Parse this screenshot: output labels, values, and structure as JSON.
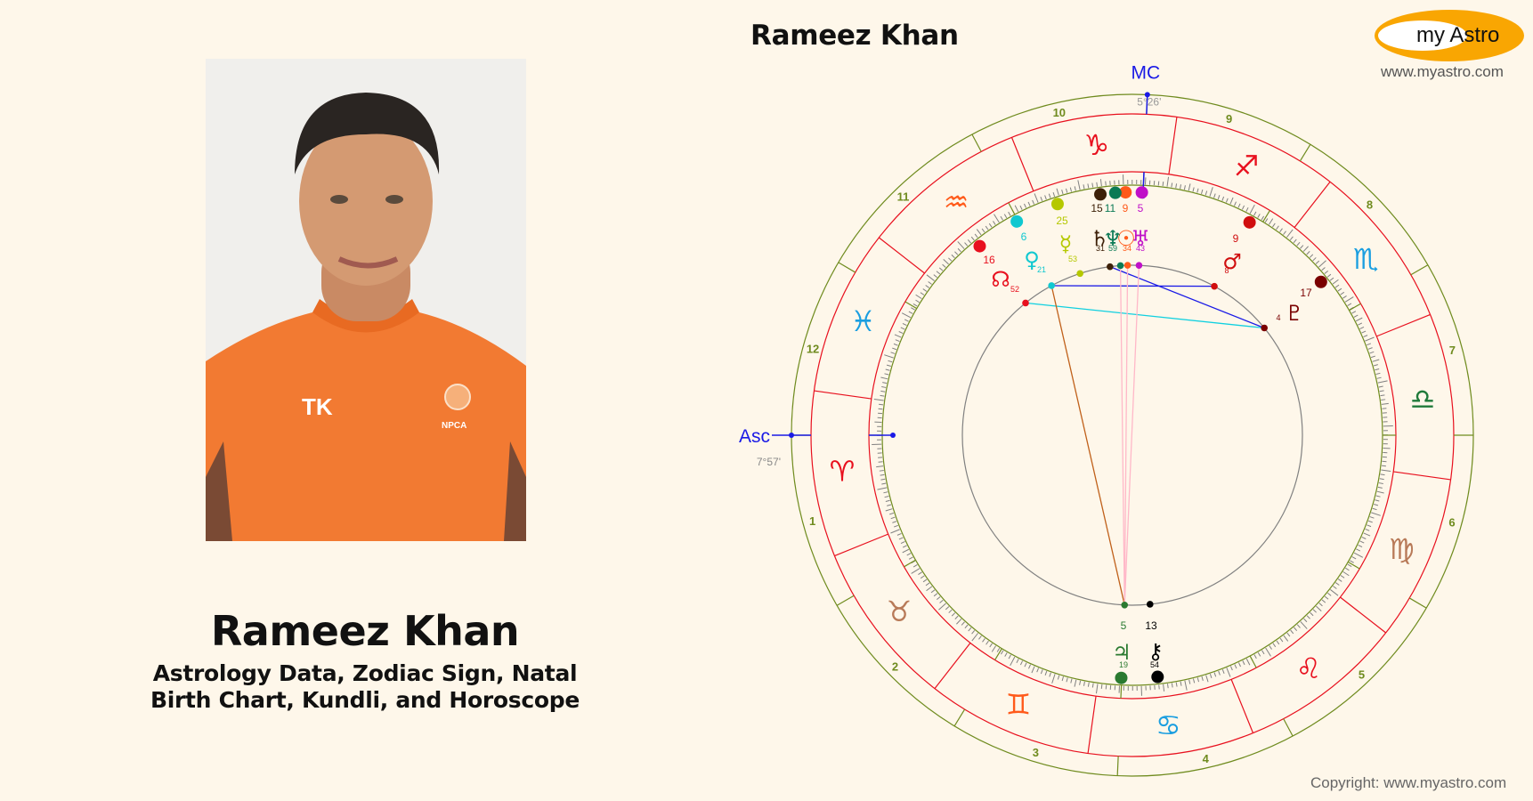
{
  "page": {
    "name": "Rameez Khan",
    "subtitle_line1": "Astrology Data, Zodiac Sign, Natal",
    "subtitle_line2": "Birth Chart, Kundli, and Horoscope",
    "photo_alt": "Rameez Khan in orange NPCA cricket shirt"
  },
  "logo": {
    "text_my": "my",
    "text_astro": "Astro",
    "url": "www.myastro.com",
    "color": "#f9a602"
  },
  "copyright": "Copyright: www.myastro.com",
  "chart_data": {
    "type": "natal-wheel",
    "title": "Rameez Khan",
    "center": [
      1272,
      489
    ],
    "radii": {
      "outer": 383,
      "sign_outer": 361,
      "sign_inner": 296,
      "tick_ring": 281,
      "aspect": 191
    },
    "colors": {
      "house_ring": "#6f8b1e",
      "sign_ring": "#e8101e",
      "ticks": "#808080",
      "aspect_circle": "#808080"
    },
    "angles": [
      {
        "label": "Asc",
        "degree": "7°57'",
        "longitude": 7.95,
        "color": "#1a1ae6"
      },
      {
        "label": "MC",
        "degree": "5°26'",
        "longitude": 275.43,
        "color": "#1a1ae6"
      }
    ],
    "signs": [
      {
        "name": "Aries",
        "glyph": "♈",
        "color": "#e8101e"
      },
      {
        "name": "Taurus",
        "glyph": "♉",
        "color": "#b87a58"
      },
      {
        "name": "Gemini",
        "glyph": "♊",
        "color": "#ff5a1a"
      },
      {
        "name": "Cancer",
        "glyph": "♋",
        "color": "#1a9ee0"
      },
      {
        "name": "Leo",
        "glyph": "♌",
        "color": "#e8101e"
      },
      {
        "name": "Virgo",
        "glyph": "♍",
        "color": "#b87a58"
      },
      {
        "name": "Libra",
        "glyph": "♎",
        "color": "#1f7a3a"
      },
      {
        "name": "Scorpio",
        "glyph": "♏",
        "color": "#1a9ee0"
      },
      {
        "name": "Sagittarius",
        "glyph": "♐",
        "color": "#e8101e"
      },
      {
        "name": "Capricorn",
        "glyph": "♑",
        "color": "#e8101e"
      },
      {
        "name": "Aquarius",
        "glyph": "♒",
        "color": "#ff5a1a"
      },
      {
        "name": "Pisces",
        "glyph": "♓",
        "color": "#1a9ee0"
      }
    ],
    "houses": [
      {
        "number": "1",
        "cusp": 7.95
      },
      {
        "number": "2",
        "cusp": 37.9
      },
      {
        "number": "3",
        "cusp": 66.5
      },
      {
        "number": "4",
        "cusp": 95.43
      },
      {
        "number": "5",
        "cusp": 126.0
      },
      {
        "number": "6",
        "cusp": 157.5
      },
      {
        "number": "7",
        "cusp": 187.95
      },
      {
        "number": "8",
        "cusp": 217.9
      },
      {
        "number": "9",
        "cusp": 246.5
      },
      {
        "number": "10",
        "cusp": 275.43
      },
      {
        "number": "11",
        "cusp": 306.0
      },
      {
        "number": "12",
        "cusp": 337.5
      }
    ],
    "planets": [
      {
        "name": "Uranus",
        "glyph": "♅",
        "deg": "5",
        "min": "43",
        "longitude": 275.72,
        "color": "#c010c8",
        "label_r": 232
      },
      {
        "name": "Sun",
        "glyph": "☉",
        "deg": "9",
        "min": "34",
        "longitude": 279.57,
        "color": "#ff5a1a",
        "label_r": 232
      },
      {
        "name": "Neptune",
        "glyph": "♆",
        "deg": "11",
        "min": "59",
        "longitude": 281.98,
        "color": "#0b7a55",
        "label_r": 232
      },
      {
        "name": "Saturn",
        "glyph": "♄",
        "deg": "15",
        "min": "31",
        "longitude": 285.52,
        "color": "#3d2008",
        "label_r": 232
      },
      {
        "name": "Mercury",
        "glyph": "☿",
        "deg": "25",
        "min": "53",
        "longitude": 295.88,
        "color": "#b5c800",
        "label_r": 232
      },
      {
        "name": "Venus",
        "glyph": "♀",
        "deg": "6",
        "min": "21",
        "longitude": 306.35,
        "color": "#10c8d0",
        "label_r": 232
      },
      {
        "name": "North Node",
        "glyph": "☊",
        "deg": "16",
        "min": "52",
        "longitude": 316.87,
        "color": "#e8101e",
        "label_r": 232
      },
      {
        "name": "Mars",
        "glyph": "♂",
        "deg": "9",
        "min": "8",
        "longitude": 249.13,
        "color": "#d00e0e",
        "label_r": 232
      },
      {
        "name": "Pluto",
        "glyph": "♇",
        "deg": "17",
        "min": "4",
        "longitude": 227.07,
        "color": "#7a0000",
        "label_r": 232
      },
      {
        "name": "Jupiter",
        "glyph": "♃",
        "deg": "5",
        "min": "19",
        "longitude": 95.32,
        "color": "#2a7a30",
        "label_r": 232
      },
      {
        "name": "Chiron",
        "glyph": "⚷",
        "deg": "13",
        "min": "54",
        "longitude": 103.9,
        "color": "#000000",
        "label_r": 232
      }
    ],
    "aspects": [
      {
        "from": "Venus",
        "to": "Mars",
        "color": "#1a1ae6",
        "type": "sextile"
      },
      {
        "from": "Saturn",
        "to": "Pluto",
        "color": "#1a1ae6",
        "type": "sextile"
      },
      {
        "from": "North Node",
        "to": "Pluto",
        "color": "#10d0e0",
        "type": "square"
      },
      {
        "from": "Venus",
        "to": "Jupiter",
        "color": "#c0601a",
        "type": "quincunx"
      },
      {
        "from": "Sun",
        "to": "Jupiter",
        "color": "#ffb8c8",
        "type": "opposition"
      },
      {
        "from": "Neptune",
        "to": "Jupiter",
        "color": "#ffb8c8",
        "type": "opposition"
      },
      {
        "from": "Uranus",
        "to": "Jupiter",
        "color": "#ffb8c8",
        "type": "opposition"
      }
    ]
  }
}
